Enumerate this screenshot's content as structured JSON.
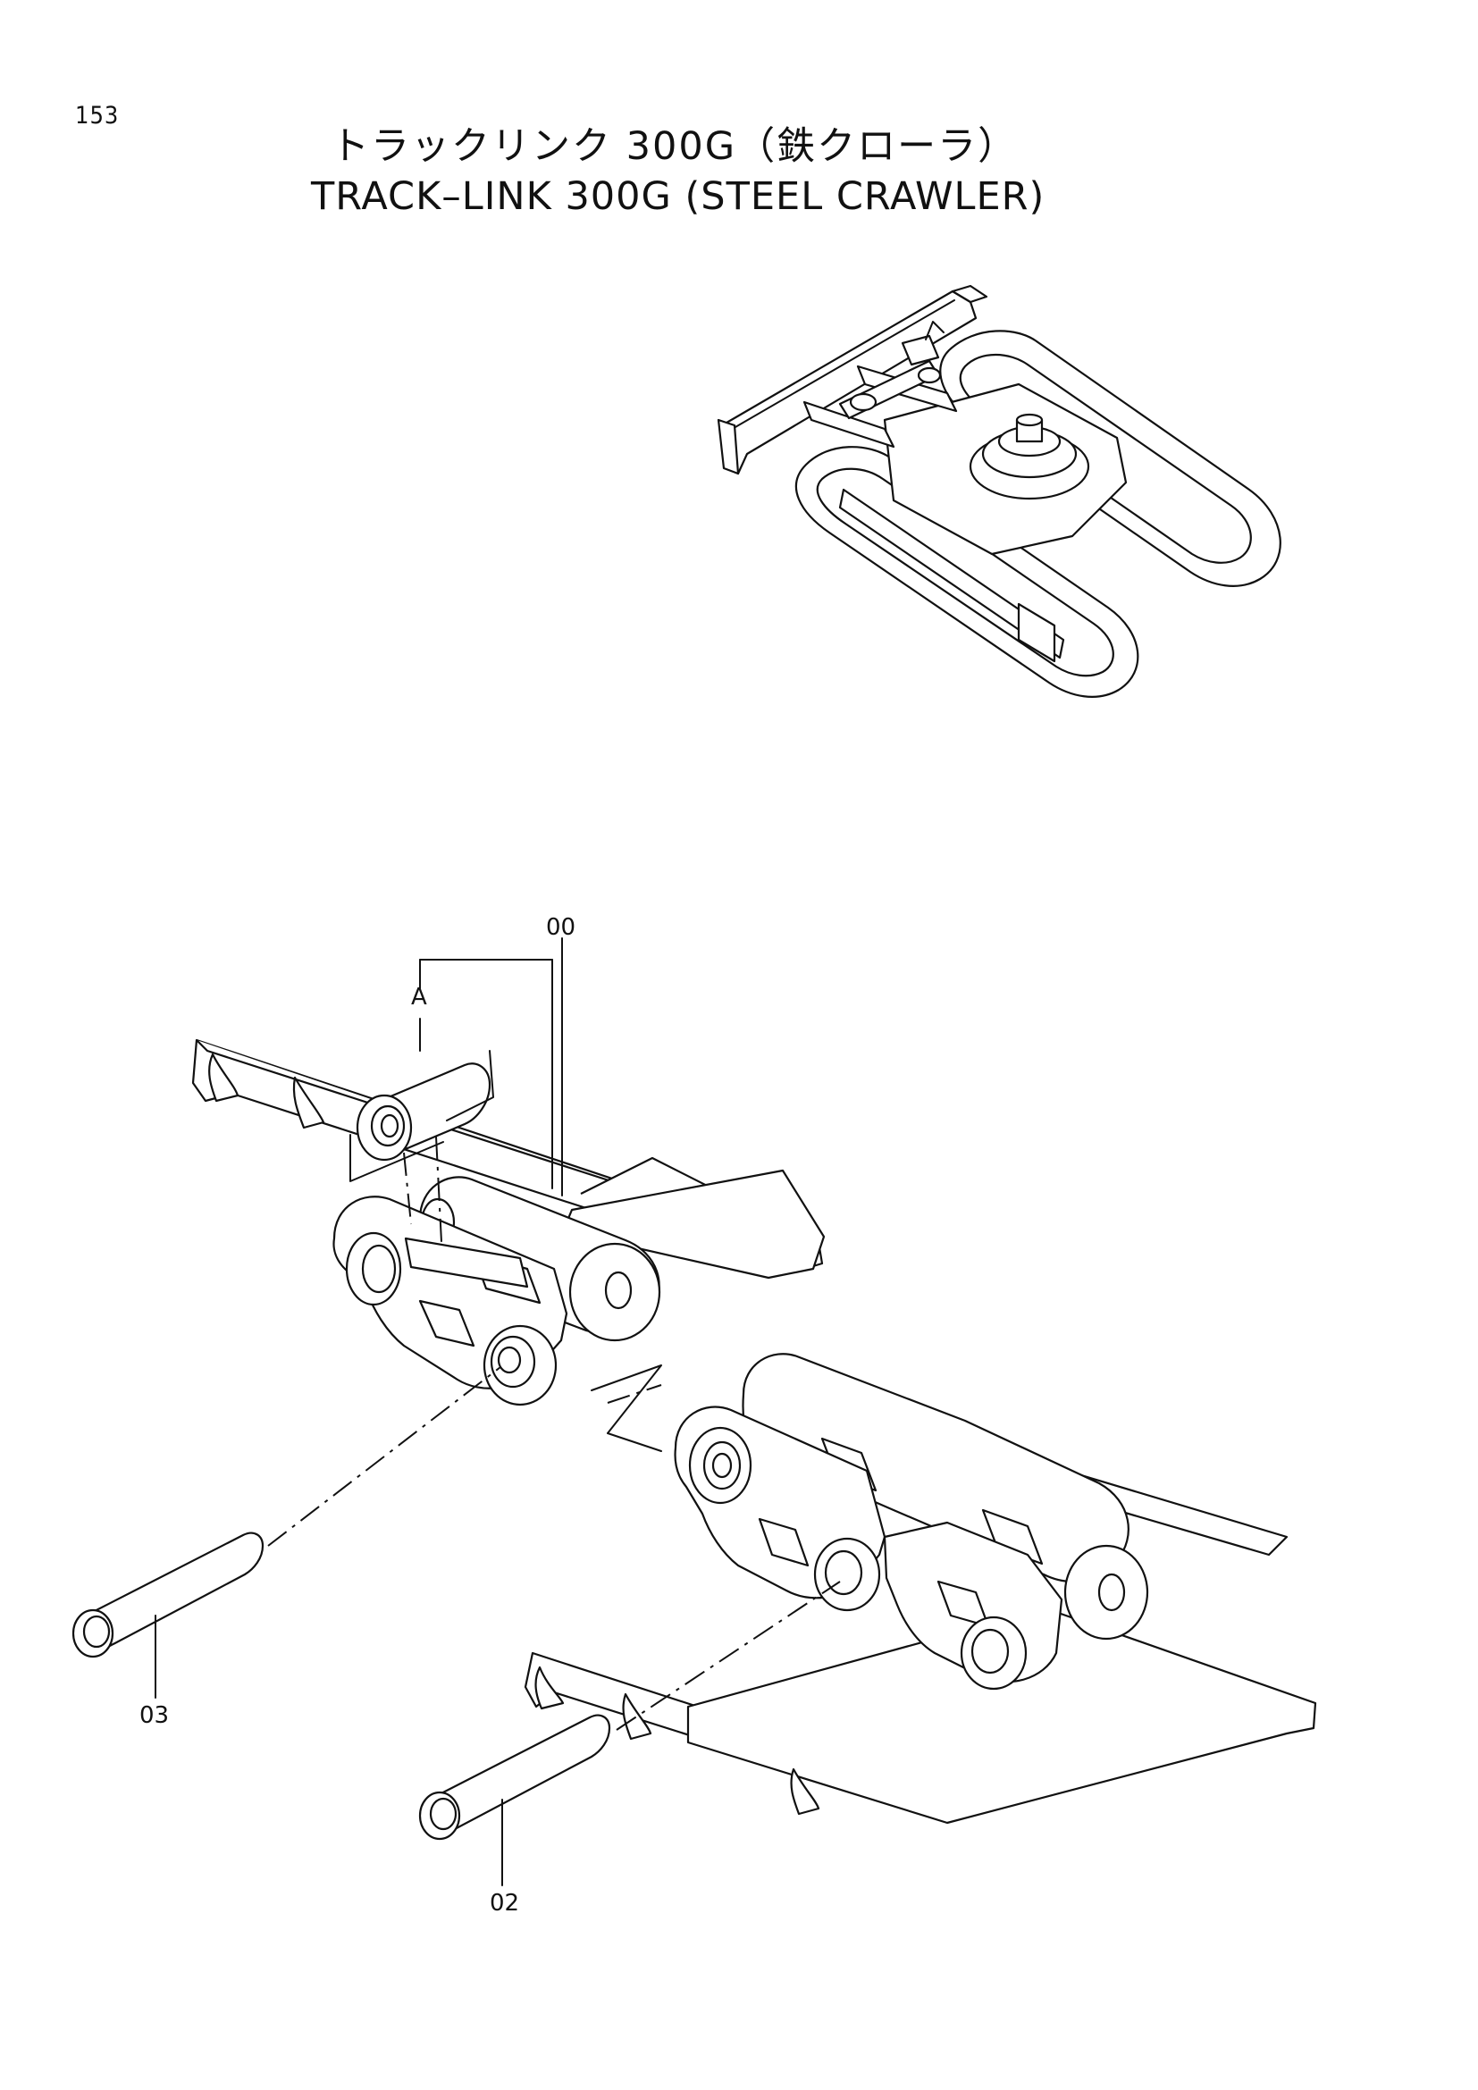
{
  "page": {
    "number": "153"
  },
  "title": {
    "japanese": "トラックリンク 300G（鉄クローラ）",
    "english": "TRACK–LINK 300G (STEEL CRAWLER)"
  },
  "callouts": {
    "assembly": "00",
    "sub_assembly": "A",
    "pin_front": "02",
    "pin_rear": "03"
  },
  "icons": {
    "overview": "excavator-undercarriage-icon",
    "exploded": "track-link-assembly-icon"
  }
}
